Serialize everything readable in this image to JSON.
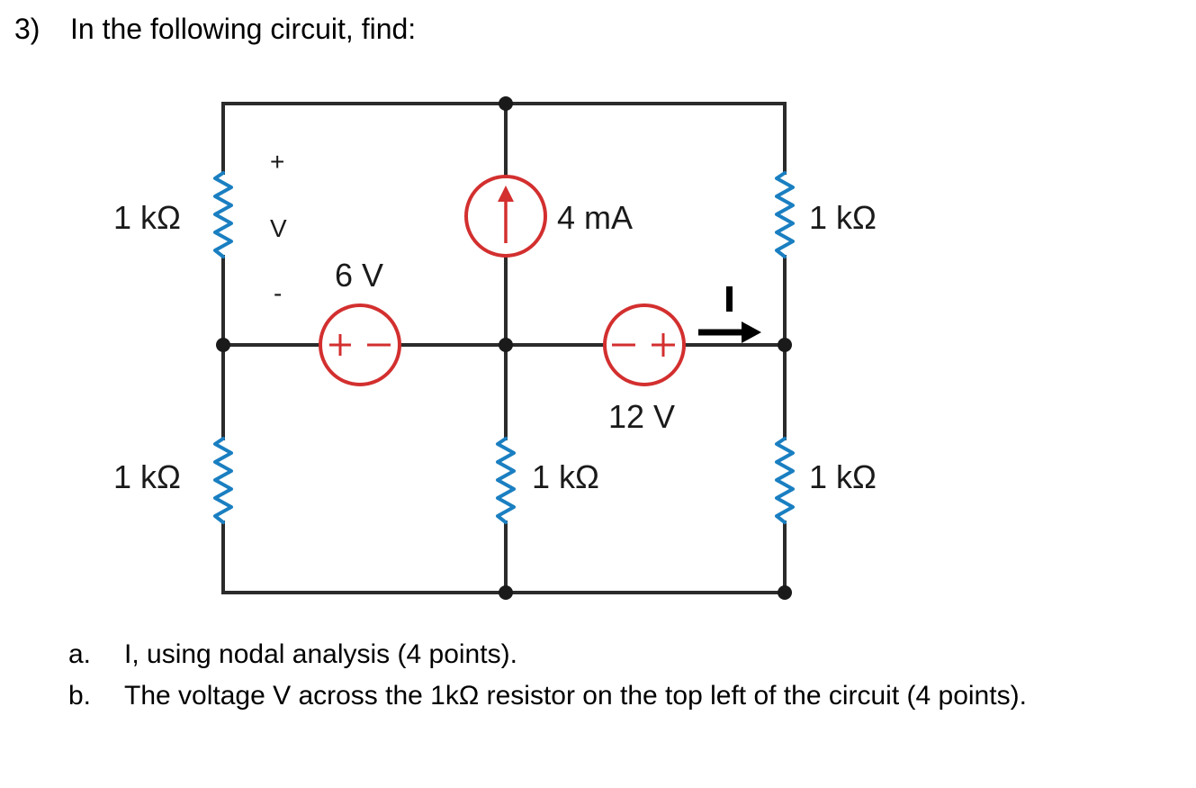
{
  "question": {
    "number": "3)",
    "text": "In the following circuit, find:"
  },
  "circuit": {
    "labels": {
      "r_top_left": "1 kΩ",
      "r_bottom_left": "1 kΩ",
      "r_bottom_middle": "1 kΩ",
      "r_top_right": "1 kΩ",
      "r_bottom_right": "1 kΩ",
      "v_plus": "+",
      "v_name": "V",
      "v_minus": "-",
      "source_6v": "6 V",
      "source_4ma": "4 mA",
      "source_12v": "12 V",
      "current_I": "I"
    },
    "colors": {
      "wire": "#2b2b2b",
      "resistor": "#1a7fc1",
      "source": "#d32f2f",
      "node": "#1a1a1a"
    }
  },
  "parts": [
    {
      "marker": "a.",
      "text": "I, using nodal analysis (4 points)."
    },
    {
      "marker": "b.",
      "text": "The voltage V across the 1kΩ resistor on the top left of the circuit (4 points)."
    }
  ]
}
